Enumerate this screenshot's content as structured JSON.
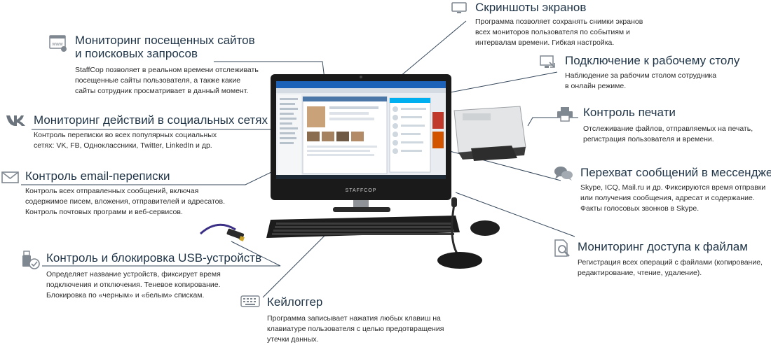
{
  "brand": "STAFFCOP",
  "colors": {
    "title": "#1f3447",
    "text": "#2b2b2b",
    "icon": "#7f8790",
    "line": "#34465a",
    "screen_accent": "#1b62b8"
  },
  "features": {
    "screenshots": {
      "icon": "monitor-icon",
      "title": "Скриншоты экранов",
      "desc": "Программа позволяет сохранять снимки экранов\nвсех мониторов пользователя по событиям и\nинтервалам времени. Гибкая настройка."
    },
    "websites": {
      "icon": "www-browser-icon",
      "title_line1": "Мониторинг посещенных сайтов",
      "title_line2": "и поисковых запросов",
      "desc": "StaffCop позволяет в реальном времени отслеживать\nпосещенные сайты пользователя, а также какие\nсайты сотрудник просматривает в данный момент."
    },
    "remote_desktop": {
      "icon": "remote-desktop-icon",
      "title": "Подключение к рабочему столу",
      "desc": "Наблюдение за рабочим столом сотрудника\nв онлайн режиме."
    },
    "social": {
      "icon": "vk-logo-icon",
      "title": "Мониторинг действий в социальных сетях",
      "desc": "Контроль переписки во всех популярных социальных\nсетях: VK, FB, Одноклассники, Twitter,  LinkedIn и др."
    },
    "print": {
      "icon": "printer-icon",
      "title": "Контроль печати",
      "desc": "Отслеживание файлов, отправляемых на печать,\nрегистрация пользователя и времени."
    },
    "email": {
      "icon": "envelope-icon",
      "title": "Контроль email-переписки",
      "desc": "Контроль всех отправленных сообщений, включая\nсодержимое писем, вложения, отправителей и адресатов.\nКонтроль почтовых программ и веб-сервисов."
    },
    "messengers": {
      "icon": "chat-bubbles-icon",
      "title": "Перехват сообщений в мессенджерах",
      "desc": "Skype, ICQ, Mail.ru и др. Фиксируются время отправки\nили получения сообщения, адресат и содержание.\nФакты голосовых звонков в Skype."
    },
    "usb": {
      "icon": "usb-shield-icon",
      "title": "Контроль и блокировка USB-устройств",
      "desc": "Определяет название устройств, фиксирует время\nподключения и отключения. Теневое копирование.\nБлокировка по «черным» и «белым» спискам."
    },
    "files": {
      "icon": "file-search-icon",
      "title": "Мониторинг доступа к файлам",
      "desc": "Регистрация всех операций с файлами (копирование,\nредактирование, чтение, удаление)."
    },
    "keylogger": {
      "icon": "keyboard-icon",
      "title": "Кейлоггер",
      "desc": "Программа записывает нажатия любых клавиш на\nклавиатуре пользователя с целью предотвращения\nутечки данных."
    }
  }
}
